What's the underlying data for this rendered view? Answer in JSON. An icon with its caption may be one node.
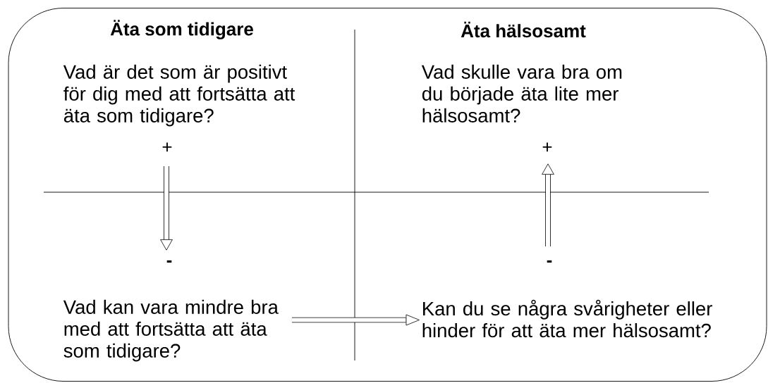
{
  "diagram": {
    "nodes": [
      {
        "text": [],
        "shape": "box"
      },
      {
        "text": [
          "Vad är det som är positivt för dig med att fortsätta att äta som tidigare?"
        ],
        "in": 0
      },
      {
        "text": [
          "Vad skulle vara bra om du började äta lite mer hälsosamt?"
        ],
        "in": 0
      },
      {
        "text": [
          "Vad kan vara mindre bra med att fortsätta att äta som tidigare?"
        ],
        "in": 0
      },
      {
        "text": [
          "Kan du se några svårigheter eller hinder för att äta mer hälsosamt?"
        ],
        "in": 0
      }
    ],
    "edges": [
      {
        "from": 3,
        "to": 4,
        "arrow": "to"
      }
    ],
    "labels": [
      "Äta som tidigare",
      "Äta hälsosamt",
      "+",
      "+",
      "-",
      "-"
    ]
  }
}
